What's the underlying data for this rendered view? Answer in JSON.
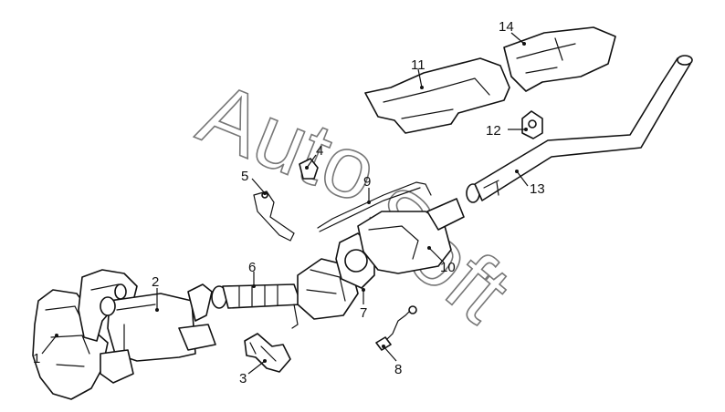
{
  "watermark": {
    "part1": "Auto",
    "part2": "Soft"
  },
  "callouts": {
    "c1": "1",
    "c2": "2",
    "c3": "3",
    "c4": "4",
    "c5": "5",
    "c6": "6",
    "c7": "7",
    "c8": "8",
    "c9": "9",
    "c10": "10",
    "c11": "11",
    "c12": "12",
    "c13": "13",
    "c14": "14"
  },
  "colors": {
    "line": "#111111",
    "watermark_outline": "#777777",
    "background": "#ffffff"
  }
}
